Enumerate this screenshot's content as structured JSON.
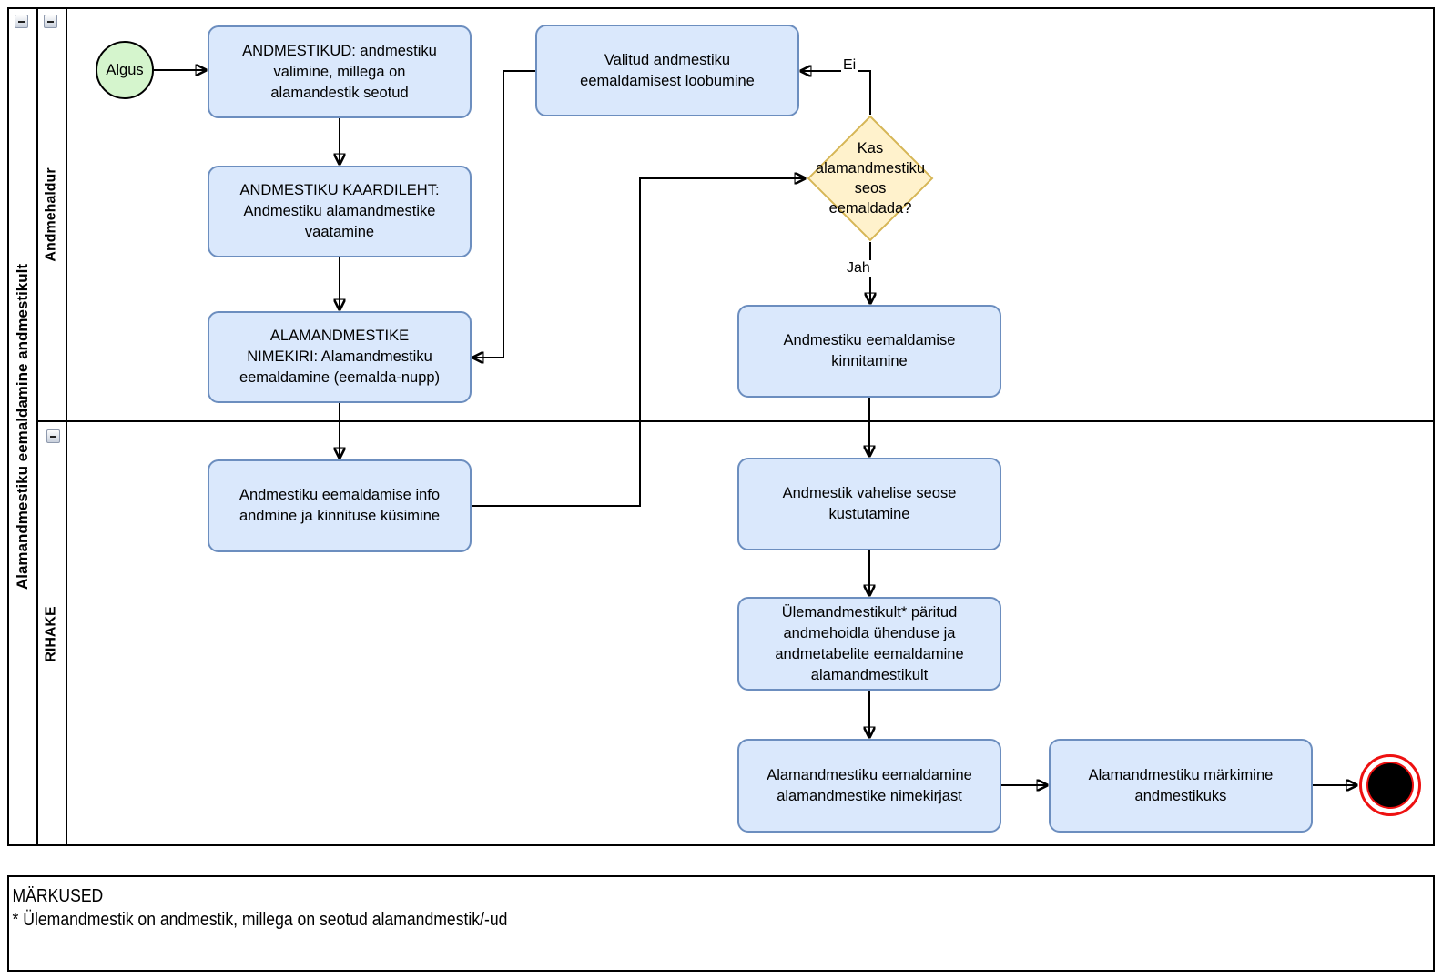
{
  "pool": {
    "title": "Alamandmestiku eemaldamine andmestikult",
    "lanes": [
      {
        "label": "Andmehaldur"
      },
      {
        "label": "RIHAKE"
      }
    ]
  },
  "nodes": {
    "start": {
      "label": "Algus"
    },
    "andmestikud": {
      "label": "ANDMESTIKUD: andmestiku\nvalimine, millega on\nalamandestik seotud"
    },
    "kaardileht": {
      "label": "ANDMESTIKU KAARDILEHT:\nAndmestiku alamandmestike\nvaatamine"
    },
    "nimekiri": {
      "label": "ALAMANDMESTIKE\nNIMEKIRI: Alamandmestiku\neemaldamine (eemalda-nupp)"
    },
    "loobumine": {
      "label": "Valitud andmestiku\neemaldamisest loobumine"
    },
    "gateway": {
      "label": "Kas\nalamandmestiku\nseos\neemaldada?"
    },
    "kinnitamine": {
      "label": "Andmestiku eemaldamise\nkinnitamine"
    },
    "info_kinnitus": {
      "label": "Andmestiku eemaldamise info\nandmine ja kinnituse küsimine"
    },
    "kustutamine": {
      "label": "Andmestik vahelise seose\nkustutamine"
    },
    "ylemandmestikult": {
      "label": "Ülemandmestikult* päritud\nandmehoidla ühenduse ja\nandmetabelite eemaldamine\nalamandmestikult"
    },
    "nimekirjast": {
      "label": "Alamandmestiku eemaldamine\nalamandmestike nimekirjast"
    },
    "markimine": {
      "label": "Alamandmestiku märkimine\nandmestikuks"
    }
  },
  "edges": {
    "ei": "Ei",
    "jah": "Jah"
  },
  "notes": {
    "title": "MÄRKUSED",
    "line": "* Ülemandmestik on andmestik, millega on seotud alamandmestik/-ud"
  },
  "colors": {
    "task_fill": "#dae8fc",
    "task_border": "#6c8ebf",
    "start_fill": "#d5f5cd",
    "start_border": "#000000",
    "gateway_fill": "#fff2cc",
    "gateway_border": "#d6b656",
    "end_ring": "#ee1111",
    "line": "#000000",
    "text": "#000000"
  }
}
